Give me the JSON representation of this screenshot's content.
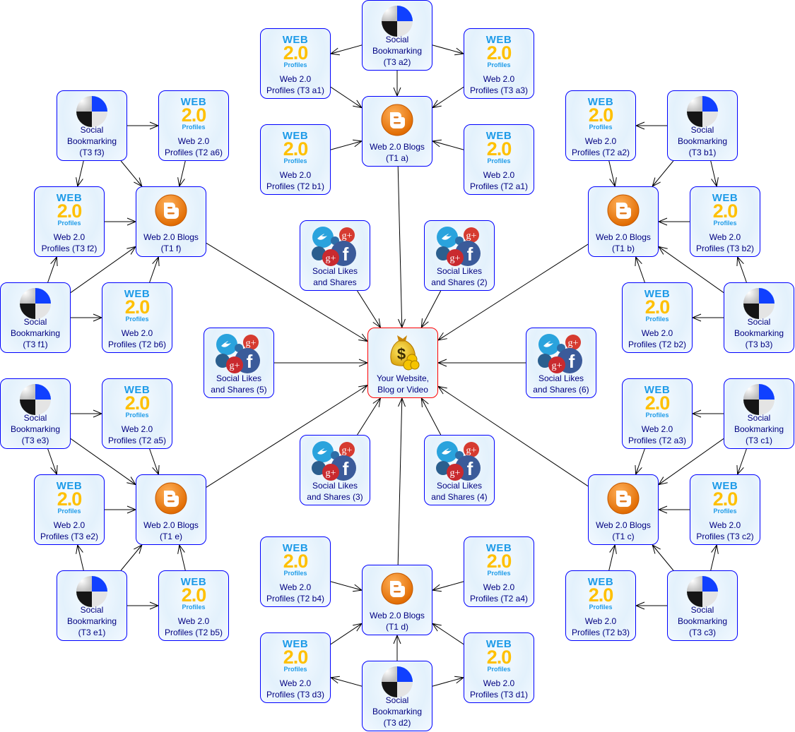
{
  "logo": {
    "web": "WEB",
    "ver": "2.0",
    "profiles": "Profiles"
  },
  "nodes": [
    {
      "id": "center",
      "type": "money",
      "lines": [
        "Your Website,",
        "Blog or Video"
      ]
    },
    {
      "id": "t1a",
      "type": "blog",
      "lines": [
        "Web 2.0 Blogs",
        "(T1 a)"
      ]
    },
    {
      "id": "t3a2",
      "type": "sb",
      "lines": [
        "Social",
        "Bookmarking",
        "(T3 a2)"
      ]
    },
    {
      "id": "t3a1",
      "type": "w20",
      "lines": [
        "Web 2.0",
        "Profiles (T3 a1)"
      ]
    },
    {
      "id": "t3a3",
      "type": "w20",
      "lines": [
        "Web 2.0",
        "Profiles (T3 a3)"
      ]
    },
    {
      "id": "t2b1",
      "type": "w20",
      "lines": [
        "Web 2.0",
        "Profiles (T2 b1)"
      ]
    },
    {
      "id": "t2a1",
      "type": "w20",
      "lines": [
        "Web 2.0",
        "Profiles (T2 a1)"
      ]
    },
    {
      "id": "t1f",
      "type": "blog",
      "lines": [
        "Web 2.0 Blogs",
        "(T1 f)"
      ]
    },
    {
      "id": "t3f3",
      "type": "sb",
      "lines": [
        "Social",
        "Bookmarking",
        "(T3 f3)"
      ]
    },
    {
      "id": "t2a6",
      "type": "w20",
      "lines": [
        "Web 2.0",
        "Profiles (T2 a6)"
      ]
    },
    {
      "id": "t3f2",
      "type": "w20",
      "lines": [
        "Web 2.0",
        "Profiles (T3 f2)"
      ]
    },
    {
      "id": "t3f1",
      "type": "sb",
      "lines": [
        "Social",
        "Bookmarking",
        "(T3 f1)"
      ]
    },
    {
      "id": "t2b6",
      "type": "w20",
      "lines": [
        "Web 2.0",
        "Profiles (T2 b6)"
      ]
    },
    {
      "id": "t1b",
      "type": "blog",
      "lines": [
        "Web 2.0 Blogs",
        "(T1 b)"
      ]
    },
    {
      "id": "t2a2",
      "type": "w20",
      "lines": [
        "Web 2.0",
        "Profiles (T2 a2)"
      ]
    },
    {
      "id": "t3b1",
      "type": "sb",
      "lines": [
        "Social",
        "Bookmarking",
        "(T3 b1)"
      ]
    },
    {
      "id": "t3b2",
      "type": "w20",
      "lines": [
        "Web 2.0",
        "Profiles (T3 b2)"
      ]
    },
    {
      "id": "t2b2",
      "type": "w20",
      "lines": [
        "Web 2.0",
        "Profiles (T2 b2)"
      ]
    },
    {
      "id": "t3b3",
      "type": "sb",
      "lines": [
        "Social",
        "Bookmarking",
        "(T3 b3)"
      ]
    },
    {
      "id": "s1",
      "type": "soc",
      "lines": [
        "Social Likes",
        "and Shares"
      ]
    },
    {
      "id": "s2",
      "type": "soc",
      "lines": [
        "Social Likes",
        "and Shares (2)"
      ]
    },
    {
      "id": "s5",
      "type": "soc",
      "lines": [
        "Social Likes",
        "and Shares (5)"
      ]
    },
    {
      "id": "s6",
      "type": "soc",
      "lines": [
        "Social Likes",
        "and Shares (6)"
      ]
    },
    {
      "id": "s3",
      "type": "soc",
      "lines": [
        "Social Likes",
        "and Shares (3)"
      ]
    },
    {
      "id": "s4",
      "type": "soc",
      "lines": [
        "Social Likes",
        "and Shares (4)"
      ]
    },
    {
      "id": "t1e",
      "type": "blog",
      "lines": [
        "Web 2.0 Blogs",
        "(T1 e)"
      ]
    },
    {
      "id": "t3e3",
      "type": "sb",
      "lines": [
        "Social",
        "Bookmarking",
        "(T3 e3)"
      ]
    },
    {
      "id": "t2a5",
      "type": "w20",
      "lines": [
        "Web 2.0",
        "Profiles (T2 a5)"
      ]
    },
    {
      "id": "t3e2",
      "type": "w20",
      "lines": [
        "Web 2.0",
        "Profiles (T3 e2)"
      ]
    },
    {
      "id": "t3e1",
      "type": "sb",
      "lines": [
        "Social",
        "Bookmarking",
        "(T3 e1)"
      ]
    },
    {
      "id": "t2b5",
      "type": "w20",
      "lines": [
        "Web 2.0",
        "Profiles (T2 b5)"
      ]
    },
    {
      "id": "t1c",
      "type": "blog",
      "lines": [
        "Web 2.0 Blogs",
        "(T1 c)"
      ]
    },
    {
      "id": "t2a3",
      "type": "w20",
      "lines": [
        "Web 2.0",
        "Profiles (T2 a3)"
      ]
    },
    {
      "id": "t3c1",
      "type": "sb",
      "lines": [
        "Social",
        "Bookmarking",
        "(T3 c1)"
      ]
    },
    {
      "id": "t3c2",
      "type": "w20",
      "lines": [
        "Web 2.0",
        "Profiles (T3 c2)"
      ]
    },
    {
      "id": "t2b3",
      "type": "w20",
      "lines": [
        "Web 2.0",
        "Profiles (T2 b3)"
      ]
    },
    {
      "id": "t3c3",
      "type": "sb",
      "lines": [
        "Social",
        "Bookmarking",
        "(T3 c3)"
      ]
    },
    {
      "id": "t1d",
      "type": "blog",
      "lines": [
        "Web 2.0 Blogs",
        "(T1 d)"
      ]
    },
    {
      "id": "t2b4",
      "type": "w20",
      "lines": [
        "Web 2.0",
        "Profiles (T2 b4)"
      ]
    },
    {
      "id": "t2a4",
      "type": "w20",
      "lines": [
        "Web 2.0",
        "Profiles (T2 a4)"
      ]
    },
    {
      "id": "t3d3",
      "type": "w20",
      "lines": [
        "Web 2.0",
        "Profiles (T3 d3)"
      ]
    },
    {
      "id": "t3d1",
      "type": "w20",
      "lines": [
        "Web 2.0",
        "Profiles (T3 d1)"
      ]
    },
    {
      "id": "t3d2",
      "type": "sb",
      "lines": [
        "Social",
        "Bookmarking",
        "(T3 d2)"
      ]
    }
  ],
  "edges": [
    [
      "t3a2",
      "t3a1"
    ],
    [
      "t3a2",
      "t3a3"
    ],
    [
      "t3a2",
      "t1a"
    ],
    [
      "t3a1",
      "t1a"
    ],
    [
      "t3a3",
      "t1a"
    ],
    [
      "t2b1",
      "t1a"
    ],
    [
      "t2a1",
      "t1a"
    ],
    [
      "t1a",
      "center"
    ],
    [
      "t3f3",
      "t2a6"
    ],
    [
      "t3f3",
      "t3f2"
    ],
    [
      "t3f3",
      "t1f"
    ],
    [
      "t2a6",
      "t1f"
    ],
    [
      "t3f2",
      "t1f"
    ],
    [
      "t3f1",
      "t3f2"
    ],
    [
      "t3f1",
      "t1f"
    ],
    [
      "t3f1",
      "t2b6"
    ],
    [
      "t2b6",
      "t1f"
    ],
    [
      "t1f",
      "center"
    ],
    [
      "t3b1",
      "t2a2"
    ],
    [
      "t3b1",
      "t1b"
    ],
    [
      "t3b1",
      "t3b2"
    ],
    [
      "t2a2",
      "t1b"
    ],
    [
      "t3b2",
      "t1b"
    ],
    [
      "t3b3",
      "t1b"
    ],
    [
      "t3b3",
      "t2b2"
    ],
    [
      "t3b3",
      "t3b2"
    ],
    [
      "t2b2",
      "t1b"
    ],
    [
      "t1b",
      "center"
    ],
    [
      "s1",
      "center"
    ],
    [
      "s2",
      "center"
    ],
    [
      "s3",
      "center"
    ],
    [
      "s4",
      "center"
    ],
    [
      "s5",
      "center"
    ],
    [
      "s6",
      "center"
    ],
    [
      "t3e3",
      "t2a5"
    ],
    [
      "t3e3",
      "t3e2"
    ],
    [
      "t3e3",
      "t1e"
    ],
    [
      "t2a5",
      "t1e"
    ],
    [
      "t3e2",
      "t1e"
    ],
    [
      "t3e1",
      "t3e2"
    ],
    [
      "t3e1",
      "t1e"
    ],
    [
      "t3e1",
      "t2b5"
    ],
    [
      "t2b5",
      "t1e"
    ],
    [
      "t1e",
      "center"
    ],
    [
      "t3c1",
      "t2a3"
    ],
    [
      "t3c1",
      "t3c2"
    ],
    [
      "t3c1",
      "t1c"
    ],
    [
      "t2a3",
      "t1c"
    ],
    [
      "t3c2",
      "t1c"
    ],
    [
      "t3c3",
      "t3c2"
    ],
    [
      "t3c3",
      "t1c"
    ],
    [
      "t3c3",
      "t2b3"
    ],
    [
      "t2b3",
      "t1c"
    ],
    [
      "t1c",
      "center"
    ],
    [
      "t3d2",
      "t3d3"
    ],
    [
      "t3d2",
      "t3d1"
    ],
    [
      "t3d2",
      "t1d"
    ],
    [
      "t3d3",
      "t1d"
    ],
    [
      "t3d1",
      "t1d"
    ],
    [
      "t2b4",
      "t1d"
    ],
    [
      "t2a4",
      "t1d"
    ],
    [
      "t1d",
      "center"
    ]
  ]
}
